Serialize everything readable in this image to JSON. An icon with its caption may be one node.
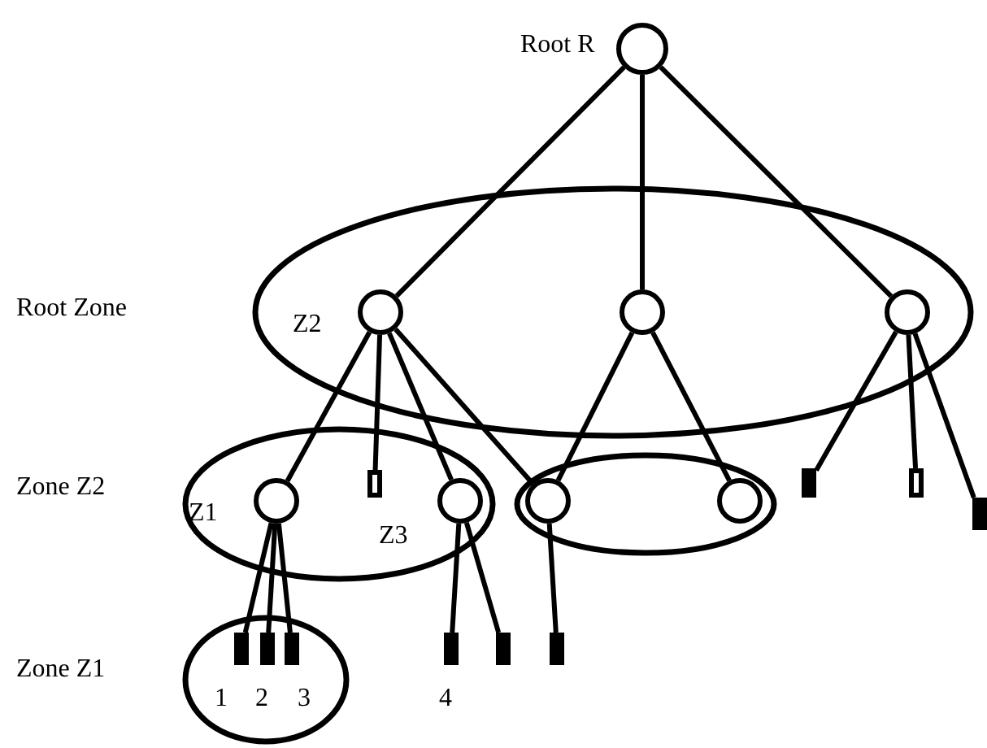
{
  "diagram": {
    "nodes": [
      {
        "text": [],
        "shape": "circle",
        "beside": [
          "Root R"
        ]
      },
      {
        "text": [
          "Root Zone"
        ]
      },
      {
        "text": [],
        "shape": "circle",
        "in": 1,
        "beside": [
          "Z2"
        ]
      },
      {
        "text": [],
        "shape": "circle",
        "in": 1
      },
      {
        "text": [],
        "shape": "circle",
        "in": 1
      },
      {
        "text": [
          "Zone Z2"
        ]
      },
      {
        "text": [],
        "shape": "circle",
        "in": 5,
        "beside": [
          "Z1"
        ]
      },
      {
        "text": [],
        "shape": "box",
        "in": 5
      },
      {
        "text": [],
        "shape": "circle",
        "in": 5,
        "beside": [
          "Z3"
        ]
      },
      {
        "text": [],
        "shape": "ellipse"
      },
      {
        "text": [],
        "shape": "circle",
        "in": 9
      },
      {
        "text": [],
        "shape": "circle",
        "in": 9
      },
      {
        "text": [],
        "shape": "bar"
      },
      {
        "text": [],
        "shape": "box"
      },
      {
        "text": [],
        "shape": "bar"
      },
      {
        "text": [
          "Zone Z1"
        ]
      },
      {
        "text": [],
        "shape": "bar",
        "in": 15,
        "beside": [
          "1"
        ]
      },
      {
        "text": [],
        "shape": "bar",
        "in": 15,
        "beside": [
          "2"
        ]
      },
      {
        "text": [],
        "shape": "bar",
        "in": 15,
        "beside": [
          "3"
        ]
      },
      {
        "text": [],
        "shape": "bar",
        "beside": [
          "4"
        ]
      },
      {
        "text": [],
        "shape": "bar"
      },
      {
        "text": [],
        "shape": "bar"
      }
    ],
    "edges": [
      {
        "from": 0,
        "to": 2,
        "arrow": "none"
      },
      {
        "from": 0,
        "to": 3,
        "arrow": "none"
      },
      {
        "from": 0,
        "to": 4,
        "arrow": "none"
      },
      {
        "from": 2,
        "to": 6,
        "arrow": "none"
      },
      {
        "from": 2,
        "to": 7,
        "arrow": "none"
      },
      {
        "from": 2,
        "to": 8,
        "arrow": "none"
      },
      {
        "from": 2,
        "to": 10,
        "arrow": "none"
      },
      {
        "from": 3,
        "to": 10,
        "arrow": "none"
      },
      {
        "from": 3,
        "to": 11,
        "arrow": "none"
      },
      {
        "from": 4,
        "to": 12,
        "arrow": "none"
      },
      {
        "from": 4,
        "to": 13,
        "arrow": "none"
      },
      {
        "from": 4,
        "to": 14,
        "arrow": "none"
      },
      {
        "from": 6,
        "to": 16,
        "arrow": "none"
      },
      {
        "from": 6,
        "to": 17,
        "arrow": "none"
      },
      {
        "from": 6,
        "to": 18,
        "arrow": "none"
      },
      {
        "from": 8,
        "to": 19,
        "arrow": "none"
      },
      {
        "from": 8,
        "to": 20,
        "arrow": "none"
      },
      {
        "from": 10,
        "to": 21,
        "arrow": "none"
      }
    ]
  }
}
